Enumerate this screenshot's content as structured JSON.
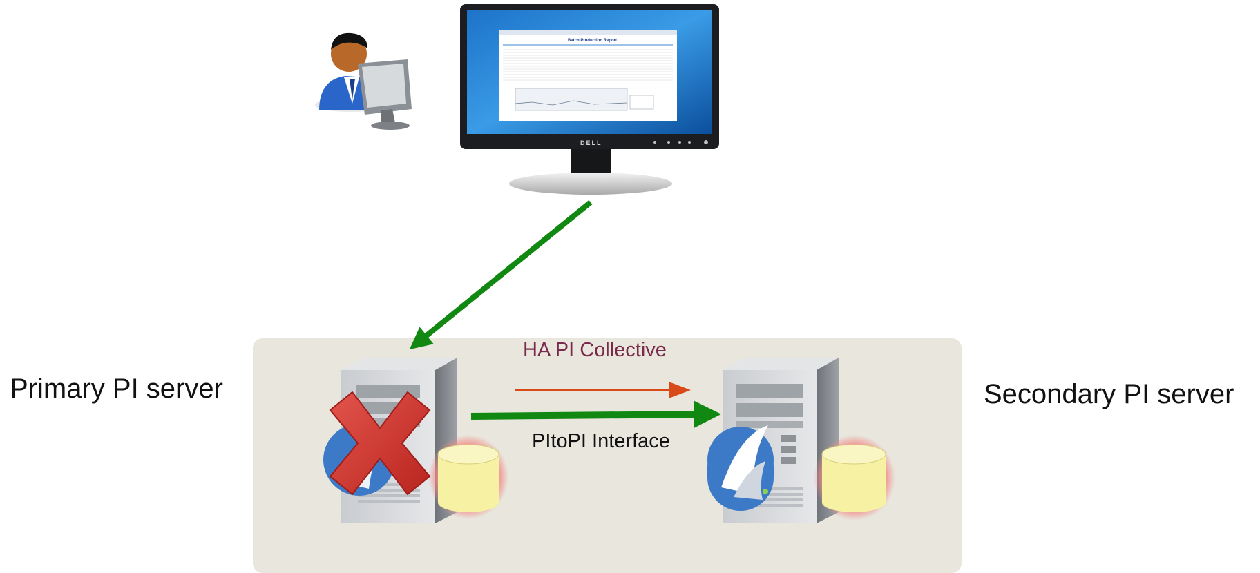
{
  "labels": {
    "primary_server": "Primary PI server",
    "secondary_server": "Secondary PI server",
    "collective": "HA PI Collective",
    "interface": "PItoPI Interface"
  },
  "monitor": {
    "brand": "DELL",
    "report_title": "Batch Production Report"
  },
  "colors": {
    "collective_text": "#7a2a4a",
    "collective_box": "#e8e6dd",
    "client_arrow": "#118811",
    "interface_arrow": "#118811",
    "collective_arrow": "#d94a1a",
    "failure_x": "#d23a32",
    "database": "#f6f1a3",
    "database_glow": "#f28a86"
  },
  "icons": [
    "user-at-computer-icon",
    "monitor-icon",
    "server-tower-icon",
    "database-icon",
    "pi-logo-icon",
    "failure-x-icon"
  ]
}
